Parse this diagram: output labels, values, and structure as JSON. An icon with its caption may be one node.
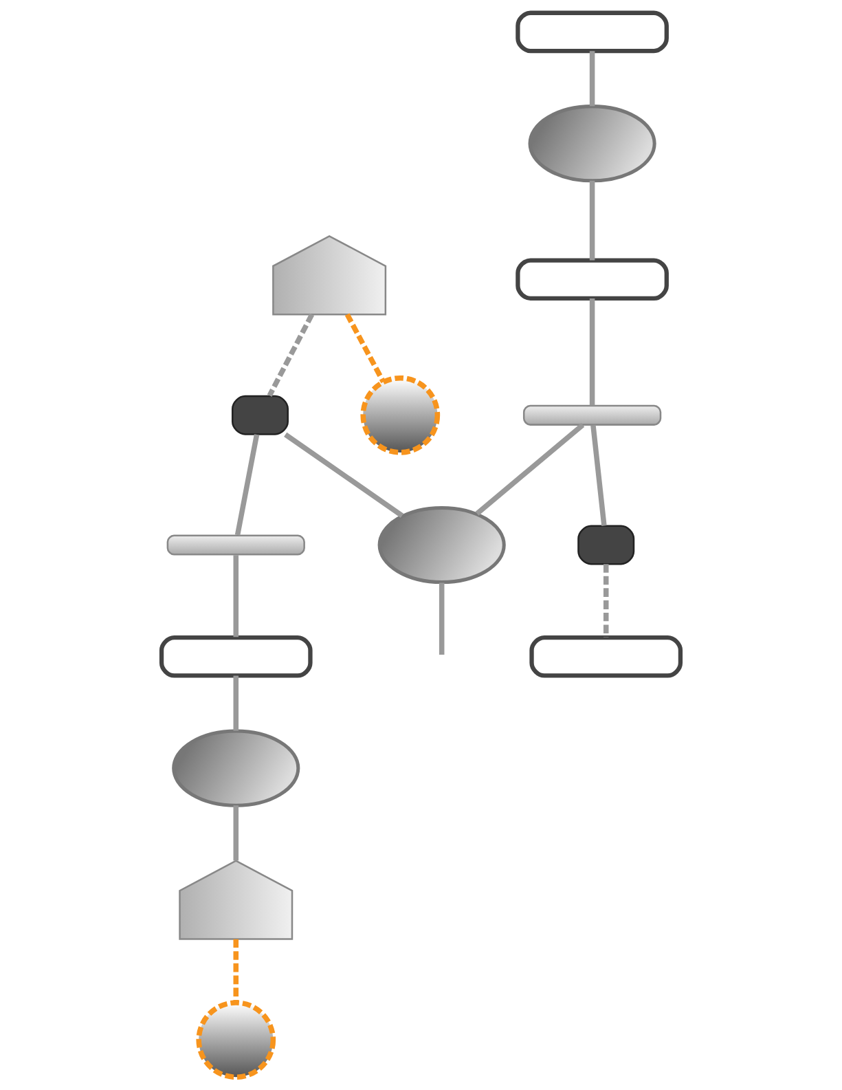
{
  "diagram": {
    "nodes": [
      {
        "text": [],
        "shape": "house"
      },
      {
        "text": [],
        "shape": "phone"
      },
      {
        "text": [],
        "shape": "box"
      },
      {
        "text": [],
        "shape": "cloud"
      },
      {
        "text": [],
        "shape": "box"
      },
      {
        "text": [],
        "shape": "router"
      },
      {
        "text": [],
        "shape": "cloud"
      },
      {
        "text": [],
        "shape": "phone"
      },
      {
        "text": [],
        "shape": "router"
      },
      {
        "text": [],
        "shape": "box"
      },
      {
        "text": [],
        "shape": "cloud"
      },
      {
        "text": [],
        "shape": "house"
      },
      {
        "text": [],
        "shape": "phone"
      },
      {
        "text": [],
        "shape": "box"
      },
      {
        "text": [],
        "shape": "phone"
      }
    ],
    "edges": [
      {
        "from": 0,
        "to": 1,
        "arrow": "none",
        "style": "dashed",
        "color": "#f7941d"
      },
      {
        "from": 0,
        "to": 7,
        "arrow": "none",
        "style": "dashed"
      },
      {
        "from": 2,
        "to": 3,
        "arrow": "none"
      },
      {
        "from": 3,
        "to": 4,
        "arrow": "none"
      },
      {
        "from": 4,
        "to": 5,
        "arrow": "none"
      },
      {
        "from": 5,
        "to": 6,
        "arrow": "none"
      },
      {
        "from": 5,
        "to": 14,
        "arrow": "none"
      },
      {
        "from": 7,
        "to": 6,
        "arrow": "none"
      },
      {
        "from": 7,
        "to": 8,
        "arrow": "none"
      },
      {
        "from": 6,
        "to": null,
        "arrow": "none"
      },
      {
        "from": 8,
        "to": 9,
        "arrow": "none"
      },
      {
        "from": 9,
        "to": 10,
        "arrow": "none"
      },
      {
        "from": 10,
        "to": 11,
        "arrow": "none"
      },
      {
        "from": 11,
        "to": 12,
        "arrow": "none",
        "style": "dashed",
        "color": "#f7941d"
      },
      {
        "from": 14,
        "to": 13,
        "arrow": "none",
        "style": "dashed"
      }
    ]
  }
}
